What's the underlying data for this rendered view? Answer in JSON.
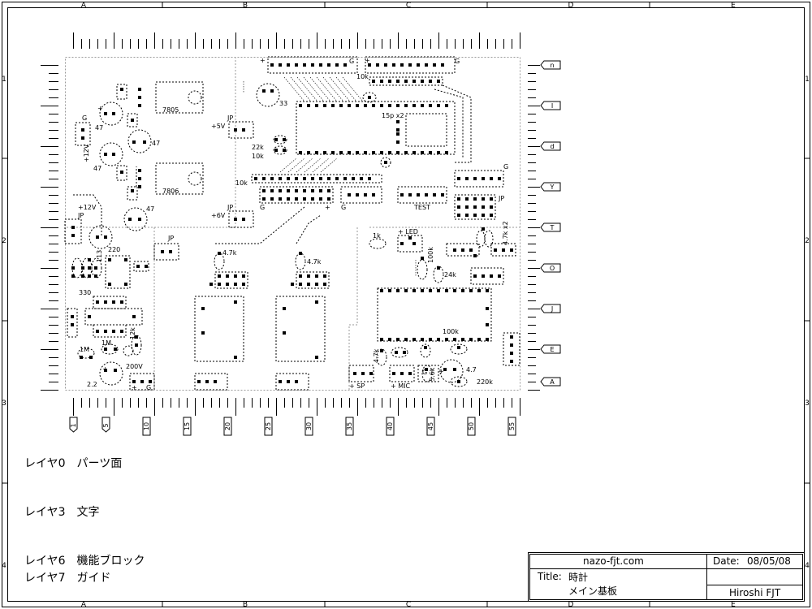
{
  "frame": {
    "columns": [
      "A",
      "B",
      "C",
      "D",
      "E"
    ],
    "rows": [
      "1",
      "2",
      "3",
      "4"
    ]
  },
  "ruler": {
    "x_marks": [
      "1",
      "5",
      "10",
      "15",
      "20",
      "25",
      "30",
      "35",
      "40",
      "45",
      "50",
      "55"
    ],
    "y_marks": [
      "n",
      "I",
      "d",
      "Y",
      "T",
      "O",
      "J",
      "E",
      "A"
    ]
  },
  "board": {
    "parts": {
      "reg1": "7805",
      "reg2": "7806",
      "cap_47a": "47",
      "cap_47b": "47",
      "cap_47c": "47",
      "cap_47d": "47",
      "cap_33": "33",
      "cap_220": "220",
      "cap_2_2": "2.2",
      "cap_200v": "200V",
      "cap_4_7": "4.7",
      "res_10k_a": "10k",
      "res_10k_b": "10k",
      "res_10k_c": "10k",
      "res_22k": "22k",
      "res_15p": "15p x2",
      "res_4_7k_a": "4.7k",
      "res_4_7k_b": "4.7k",
      "res_4_7k_c": "4.7k",
      "res_4_7k_x2": "4.7k x2",
      "res_1k": "1k",
      "res_100k_a": "100k",
      "res_100k_b": "100k",
      "res_24k": "24k",
      "res_5_6k": "5.6k",
      "res_220k": "220k",
      "res_330": "330",
      "res_1m_a": "1M",
      "res_1m_b": "1M",
      "res_12k": "12k",
      "res_113": "113"
    },
    "labels": {
      "plus_12v_a": "+12V",
      "plus_12v_b": "+12V",
      "plus_5v": "+5V",
      "plus_6v": "+6V",
      "jp_a": "JP",
      "jp_b": "JP",
      "jp_c": "JP",
      "jp_d": "JP",
      "jp_e": "JP",
      "g_a": "G",
      "g_b": "G",
      "g_c": "G",
      "g_d": "G",
      "g_e": "G",
      "g_f": "G",
      "g_g": "G",
      "g_h": "G",
      "plus_a": "+",
      "plus_b": "+",
      "plus_c": "+",
      "plus_d": "+",
      "plus_e": "+",
      "plus_f": "+",
      "plus_g": "+",
      "test": "TEST",
      "led": "+ LED",
      "sp": "+ SP",
      "mic": "+ MIC"
    }
  },
  "legend": {
    "layer0": "レイヤ0　パーツ面",
    "layer3": "レイヤ3　文字",
    "layer6": "レイヤ6　機能ブロック",
    "layer7": "レイヤ7　ガイド"
  },
  "title_block": {
    "site": "nazo-fjt.com",
    "date_label": "Date:",
    "date": "08/05/08",
    "title_label": "Title:",
    "title": "時計",
    "subtitle": "メイン基板",
    "author": "Hiroshi FJT"
  }
}
